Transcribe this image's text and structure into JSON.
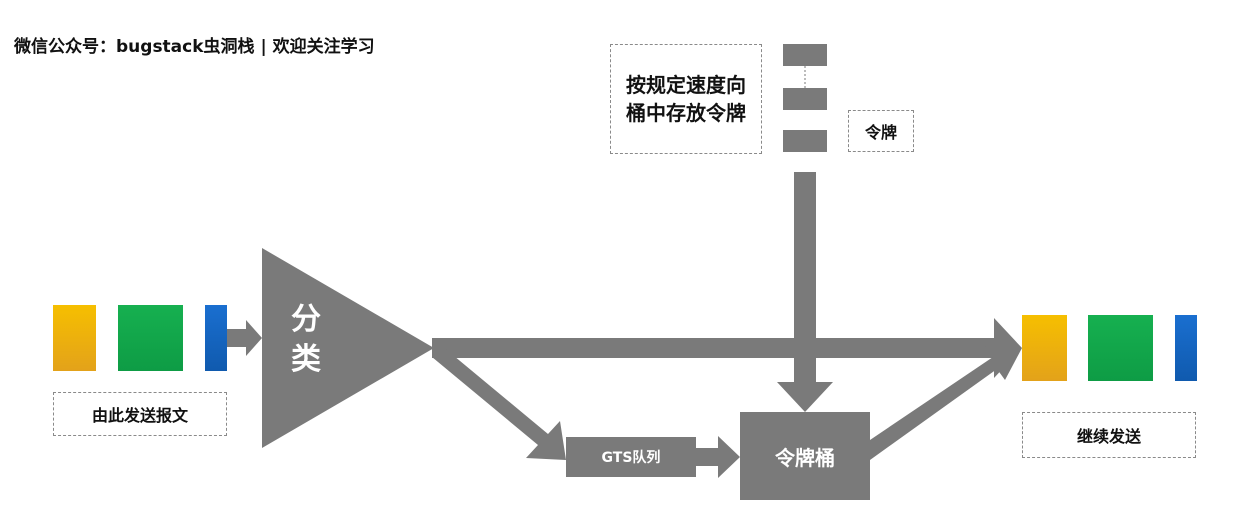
{
  "header": {
    "text": "微信公众号：bugstack虫洞栈 | 欢迎关注学习"
  },
  "token_source": {
    "rate_text_line1": "按规定速度向",
    "rate_text_line2": "桶中存放令牌",
    "token_label": "令牌"
  },
  "classifier": {
    "label": "分类"
  },
  "queue": {
    "label": "GTS队列"
  },
  "bucket": {
    "label": "令牌桶"
  },
  "source": {
    "label": "由此发送报文"
  },
  "destination": {
    "label": "继续发送"
  },
  "colors": {
    "flow_gray": "#7a7a7a",
    "packet_yellow": "#f2b400",
    "packet_green": "#12a84a",
    "packet_blue": "#1565c0"
  }
}
